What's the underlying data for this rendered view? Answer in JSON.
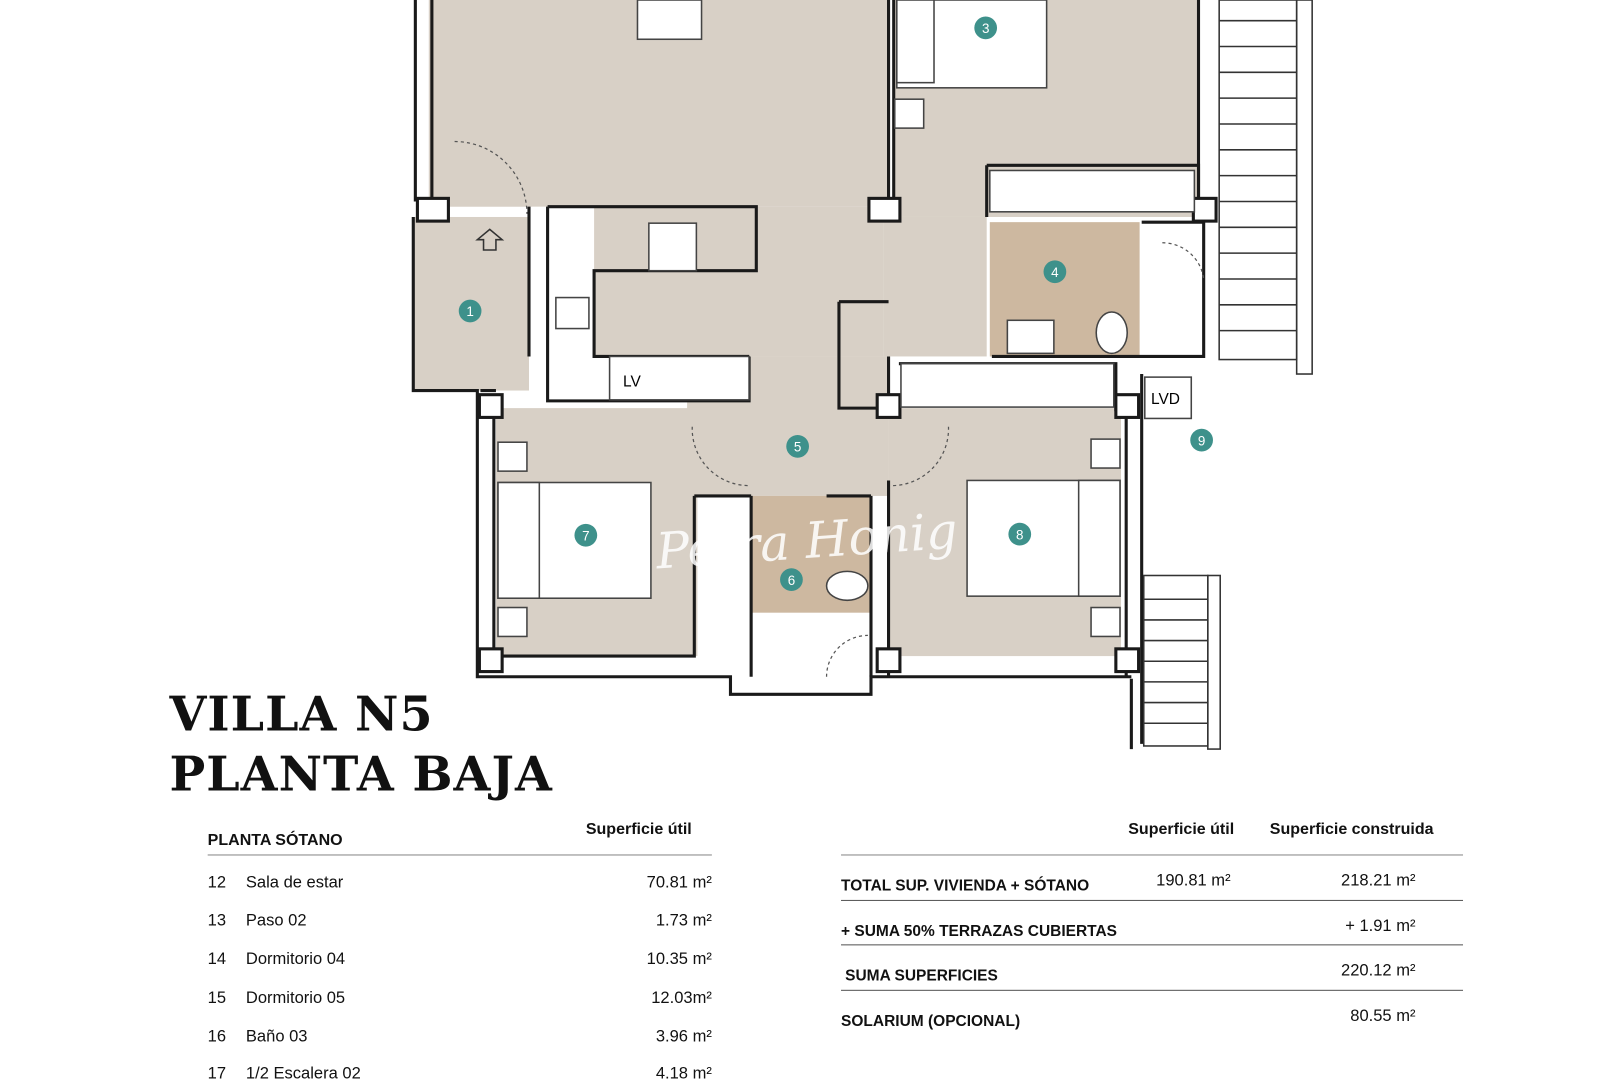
{
  "plan": {
    "room_markers": [
      "1",
      "3",
      "4",
      "5",
      "6",
      "7",
      "8",
      "9"
    ],
    "labels": {
      "lv": "LV",
      "lvd": "LVD"
    },
    "watermark": "Petra Honig",
    "colors": {
      "floor": "#d8d0c6",
      "bath": "#cdb8a0",
      "marker": "#3e918b",
      "wall": "#1a1a1a"
    }
  },
  "title": {
    "line1": "VILLA N5",
    "line2": "PLANTA BAJA"
  },
  "rooms_table": {
    "section": "PLANTA SÓTANO",
    "column": "Superficie útil",
    "rows": [
      {
        "num": "12",
        "name": "Sala de estar",
        "area": "70.81 m²"
      },
      {
        "num": "13",
        "name": "Paso 02",
        "area": "1.73 m²"
      },
      {
        "num": "14",
        "name": "Dormitorio 04",
        "area": "10.35 m²"
      },
      {
        "num": "15",
        "name": "Dormitorio 05",
        "area": "12.03m²"
      },
      {
        "num": "16",
        "name": "Baño 03",
        "area": "3.96 m²"
      },
      {
        "num": "17",
        "name": "1/2 Escalera 02",
        "area": "4.18 m²"
      }
    ]
  },
  "summary_table": {
    "col_util": "Superficie útil",
    "col_construida": "Superficie construida",
    "rows": [
      {
        "label": "TOTAL SUP. VIVIENDA + SÓTANO",
        "util": "190.81  m²",
        "construida": "218.21 m²"
      },
      {
        "label": "+ SUMA 50% TERRAZAS CUBIERTAS",
        "util": "",
        "construida": "+ 1.91 m²"
      },
      {
        "label": "SUMA SUPERFICIES",
        "util": "",
        "construida": "220.12 m²"
      },
      {
        "label": "SOLARIUM (OPCIONAL)",
        "util": "",
        "construida": "80.55 m²"
      }
    ]
  }
}
